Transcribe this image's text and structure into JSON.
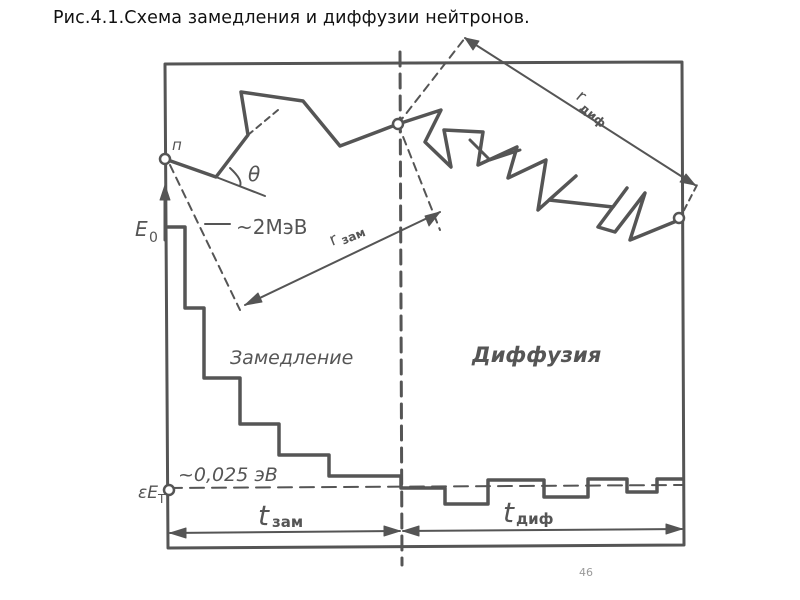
{
  "title": "Рис.4.1.Схема замедления и диффузии нейтронов.",
  "page_number": "46",
  "colors": {
    "line": "#555555",
    "background": "#ffffff",
    "title_text": "#111111"
  },
  "diagram": {
    "labels": {
      "start_point": "п",
      "angle": "θ",
      "e0": "E",
      "e0_sub": "0",
      "energy_high": "~2МэВ",
      "energy_thermal": "~0,025 эВ",
      "et": "εE",
      "et_sub": "T",
      "r_slowdown": "r",
      "r_slowdown_sub": "зам",
      "r_diffusion": "r",
      "r_diffusion_sub": "диф",
      "region_slowdown": "Замедление",
      "region_diffusion": "Диффузия",
      "t_slowdown": "t",
      "t_slowdown_sub": "зам",
      "t_diffusion": "t",
      "t_diffusion_sub": "диф"
    }
  }
}
